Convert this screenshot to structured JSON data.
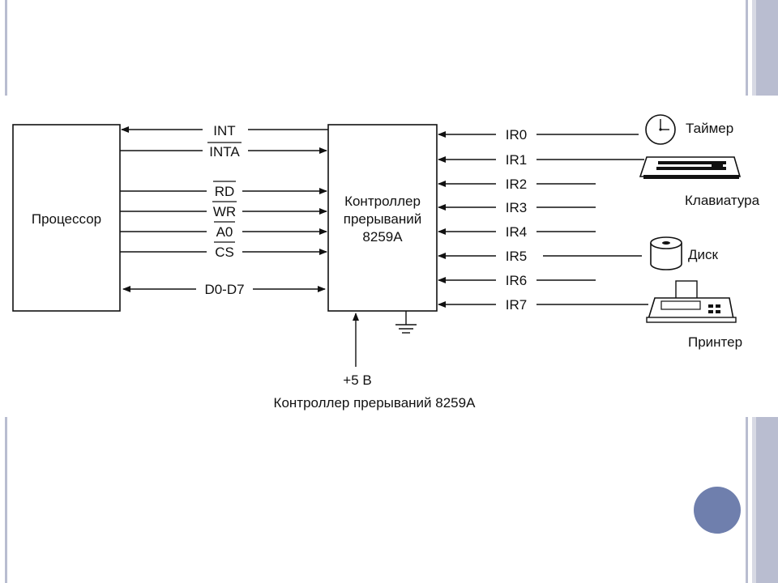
{
  "processor_label": "Процессор",
  "controller_label_lines": [
    "Контроллер",
    "прерываний",
    "8259A"
  ],
  "bus_signals": [
    {
      "label": "INT",
      "overline": false,
      "direction": "to-processor"
    },
    {
      "label": "INTA",
      "overline": true,
      "direction": "to-controller"
    },
    {
      "label": "RD",
      "overline": true,
      "direction": "to-controller"
    },
    {
      "label": "WR",
      "overline": true,
      "direction": "to-controller"
    },
    {
      "label": "A0",
      "overline": true,
      "direction": "to-controller"
    },
    {
      "label": "CS",
      "overline": true,
      "direction": "to-controller"
    },
    {
      "label": "D0-D7",
      "overline": false,
      "direction": "bidirectional"
    }
  ],
  "irq_lines": [
    "IR0",
    "IR1",
    "IR2",
    "IR3",
    "IR4",
    "IR5",
    "IR6",
    "IR7"
  ],
  "devices": [
    {
      "label": "Таймер",
      "icon": "clock-icon",
      "irq": "IR0"
    },
    {
      "label": "Клавиатура",
      "icon": "keyboard-icon",
      "irq": "IR1"
    },
    {
      "label": "Диск",
      "icon": "disk-icon",
      "irq": "IR5"
    },
    {
      "label": "Принтер",
      "icon": "printer-icon",
      "irq": "IR7"
    }
  ],
  "power_label": "+5 В",
  "caption": "Контроллер прерываний 8259A",
  "colors": {
    "accent": "#6f7fad",
    "band": "#b9bdd0"
  }
}
